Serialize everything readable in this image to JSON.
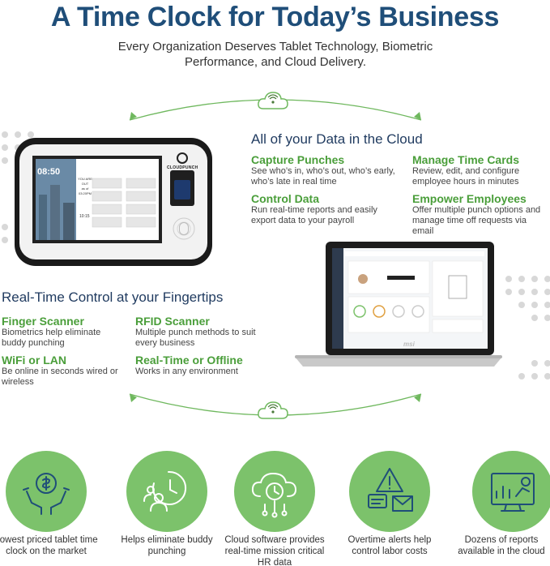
{
  "header": {
    "title": "A Time Clock for Today’s Business",
    "subtitle": "Every Organization Deserves Tablet Technology, Biometric Performance, and Cloud Delivery."
  },
  "cloud_section": {
    "title": "All of your Data in the Cloud",
    "features": [
      {
        "heading": "Capture Punches",
        "desc": "See who’s in, who’s out, who’s early, who’s late in real time"
      },
      {
        "heading": "Manage Time Cards",
        "desc": "Review, edit, and configure employee hours in minutes"
      },
      {
        "heading": "Control Data",
        "desc": "Run real-time reports and easily export data to your payroll"
      },
      {
        "heading": "Empower Employees",
        "desc": "Offer multiple punch options and manage time off requests via email"
      }
    ]
  },
  "control_section": {
    "title": "Real-Time Control at your Fingertips",
    "features": [
      {
        "heading": "Finger Scanner",
        "desc": "Biometrics help eliminate buddy punching"
      },
      {
        "heading": "RFID Scanner",
        "desc": "Multiple punch methods to suit every business"
      },
      {
        "heading": "WiFi or LAN",
        "desc": "Be online in seconds wired or wireless"
      },
      {
        "heading": "Real-Time or Offline",
        "desc": "Works in any environment"
      }
    ]
  },
  "device": {
    "brand": "CLOUDPUNCH",
    "time": "08:50",
    "status_lines": [
      "YOU ARE",
      "OUT",
      "as of",
      "03:20PM"
    ],
    "clock": "10:15"
  },
  "laptop": {
    "brand": "msi"
  },
  "benefits": [
    {
      "icon": "money-hands-icon",
      "caption": "Lowest priced tablet time clock on the market"
    },
    {
      "icon": "clock-people-icon",
      "caption": "Helps eliminate buddy punching"
    },
    {
      "icon": "cloud-clock-icon",
      "caption": "Cloud software provides real-time mission critical HR data"
    },
    {
      "icon": "alert-mail-icon",
      "caption": "Overtime alerts help control labor costs"
    },
    {
      "icon": "report-chart-icon",
      "caption": "Dozens of reports available in the cloud"
    }
  ],
  "colors": {
    "title": "#1f4e79",
    "accent_green": "#4a9e3a",
    "circle_green": "#7cc26b",
    "dots": "#d8d8d8"
  }
}
